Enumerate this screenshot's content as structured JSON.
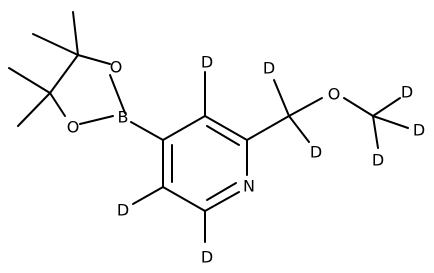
{
  "molecule": {
    "atoms": [
      {
        "id": "O1",
        "label": "O"
      },
      {
        "id": "O2",
        "label": "O"
      },
      {
        "id": "B",
        "label": "B"
      },
      {
        "id": "N",
        "label": "N"
      },
      {
        "id": "O3",
        "label": "O"
      },
      {
        "id": "D_ring_top",
        "label": "D"
      },
      {
        "id": "D_ring_left",
        "label": "D"
      },
      {
        "id": "D_ring_bottom",
        "label": "D"
      },
      {
        "id": "D_ch2_top",
        "label": "D"
      },
      {
        "id": "D_ch2_bottom",
        "label": "D"
      },
      {
        "id": "D_me_1",
        "label": "D"
      },
      {
        "id": "D_me_2",
        "label": "D"
      },
      {
        "id": "D_me_3",
        "label": "D"
      }
    ]
  },
  "colors": {
    "line": "#000000",
    "background": "#ffffff"
  }
}
